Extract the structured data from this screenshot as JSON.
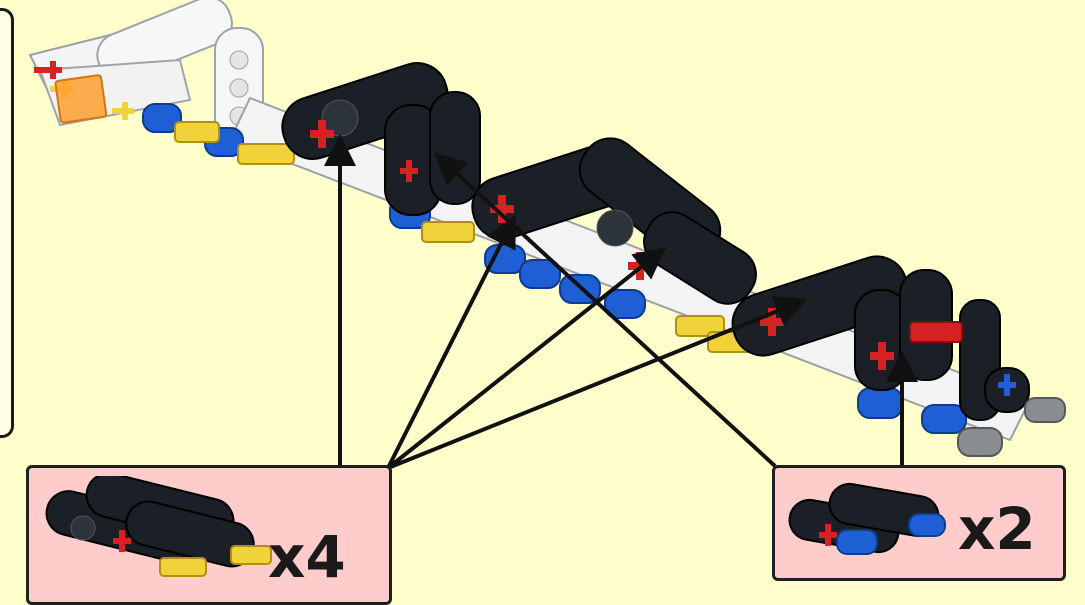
{
  "colors": {
    "background": "#ffffcc",
    "callout_fill": "#ffcccc",
    "beam_black": "#1b2026",
    "beam_white": "#f4f4f4",
    "pin_blue": "#1f5fd6",
    "axle_yellow": "#f0d23a",
    "axle_red": "#d62222",
    "tile_orange": "#ffa030",
    "pin_grey": "#8a8d90"
  },
  "callouts": [
    {
      "quantity_label": "x4",
      "part": "black-liftarm-assembly-with-yellow-axle"
    },
    {
      "quantity_label": "x2",
      "part": "black-liftarm-pair-with-blue-pin"
    }
  ]
}
